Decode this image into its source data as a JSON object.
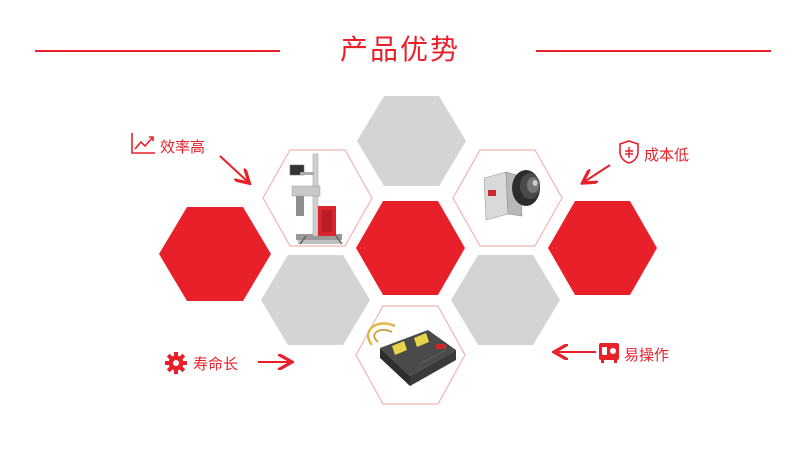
{
  "page": {
    "title": "产品优势"
  },
  "features": {
    "efficiency": {
      "label": "效率高",
      "icon": "line-chart-icon"
    },
    "cost": {
      "label": "成本低",
      "icon": "shield-save-icon"
    },
    "lifespan": {
      "label": "寿命长",
      "icon": "gear-icon"
    },
    "operation": {
      "label": "易操作",
      "icon": "control-panel-icon"
    }
  },
  "products": [
    {
      "name": "laser-marking-machine",
      "icon": "laser-marking-machine-icon"
    },
    {
      "name": "scan-head",
      "icon": "scan-head-lens-icon"
    },
    {
      "name": "fiber-laser-source",
      "icon": "fiber-laser-source-icon"
    }
  ],
  "colors": {
    "accent": "#e8202a",
    "gray": "#d4d4d4",
    "outline": "#f2b3b5"
  }
}
